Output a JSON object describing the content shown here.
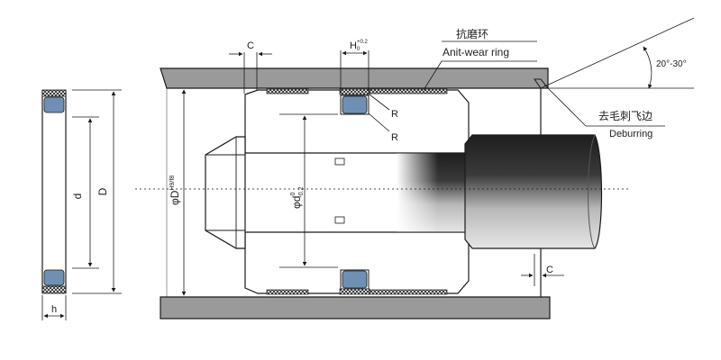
{
  "labels": {
    "wear_ring_cn": "抗磨环",
    "wear_ring_en": "Anit-wear ring",
    "angle": "20°-30°",
    "deburr_cn": "去毛刺飞边",
    "deburr_en": "Deburring",
    "dim_c": "C",
    "dim_h_main": "H",
    "dim_h_sup": "+0.2",
    "dim_h_sub": "0",
    "radius_r": "R",
    "bore_dia_main": "φD",
    "bore_dia_sup": "H9/f8",
    "groove_dia_main": "φd",
    "groove_dia_sup": "0",
    "groove_dia_sub": "-0.2",
    "seal_d": "d",
    "seal_D": "D",
    "seal_h": "h"
  },
  "colors": {
    "line": "#1a1a1a",
    "cylinder_wall": "#9a9a9a",
    "seal_blue": "#6f90b3",
    "rod_dark": "#2a2a2a",
    "rod_light": "#d8d8d8"
  }
}
